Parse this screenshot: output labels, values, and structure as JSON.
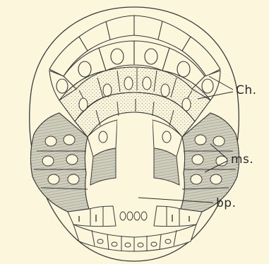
{
  "labels": {
    "ch": "Ch.",
    "ms": "ms.",
    "bp": "bp."
  },
  "colors": {
    "paper": "#fbf6dc",
    "ink": "#3a3a3a",
    "shade": "#c4c2b0",
    "stipple": "#6a6a6a"
  }
}
